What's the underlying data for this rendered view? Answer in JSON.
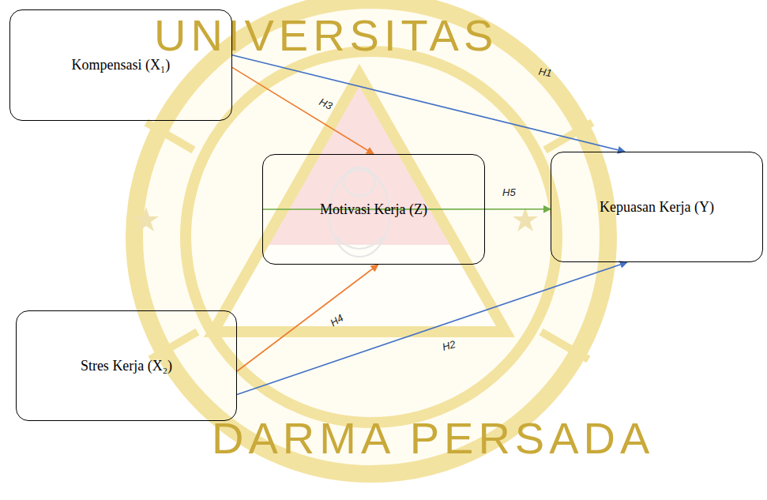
{
  "diagram": {
    "nodes": [
      {
        "text": [
          "Kompensasi (X₁)"
        ]
      },
      {
        "text": [
          "Motivasi Kerja (Z)"
        ]
      },
      {
        "text": [
          "Kepuasan Kerja (Y)"
        ]
      },
      {
        "text": [
          "Stres Kerja (X₂)"
        ]
      }
    ],
    "edges": [
      {
        "from": 0,
        "to": 2,
        "arrow": "to",
        "label": "H1"
      },
      {
        "from": 3,
        "to": 2,
        "arrow": "to",
        "label": "H2"
      },
      {
        "from": 0,
        "to": 1,
        "arrow": "to",
        "label": "H3"
      },
      {
        "from": 3,
        "to": 1,
        "arrow": "to",
        "label": "H4"
      },
      {
        "from": 1,
        "to": 2,
        "arrow": "to",
        "label": "H5"
      }
    ],
    "labels": [
      "UNIVERSITAS",
      "DARMA PERSADA"
    ]
  }
}
